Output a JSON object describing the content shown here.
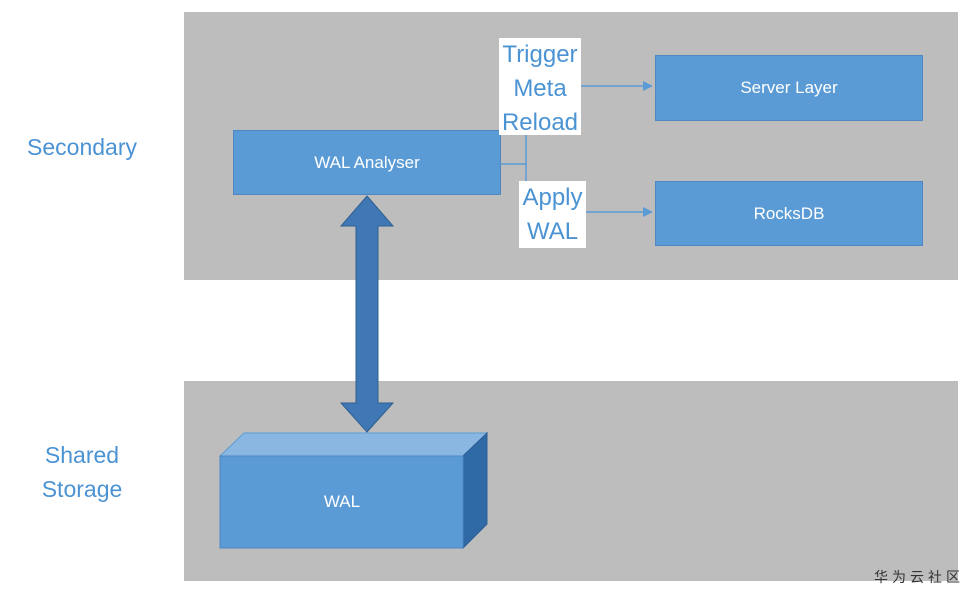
{
  "sections": {
    "secondary": "Secondary",
    "shared_storage": [
      "Shared",
      "Storage"
    ]
  },
  "nodes": {
    "wal_analyser": "WAL Analyser",
    "server_layer": "Server Layer",
    "rocksdb": "RocksDB",
    "wal": "WAL"
  },
  "edges": {
    "trigger_meta_reload": [
      "Trigger",
      "Meta",
      "Reload"
    ],
    "apply_wal": [
      "Apply",
      "WAL"
    ]
  },
  "watermark": "华为云社区",
  "colors": {
    "panel": "#bdbdbd",
    "box_fill": "#5b9bd5",
    "label_text": "#4b93d3",
    "arrow_fill": "#3f78b5"
  }
}
